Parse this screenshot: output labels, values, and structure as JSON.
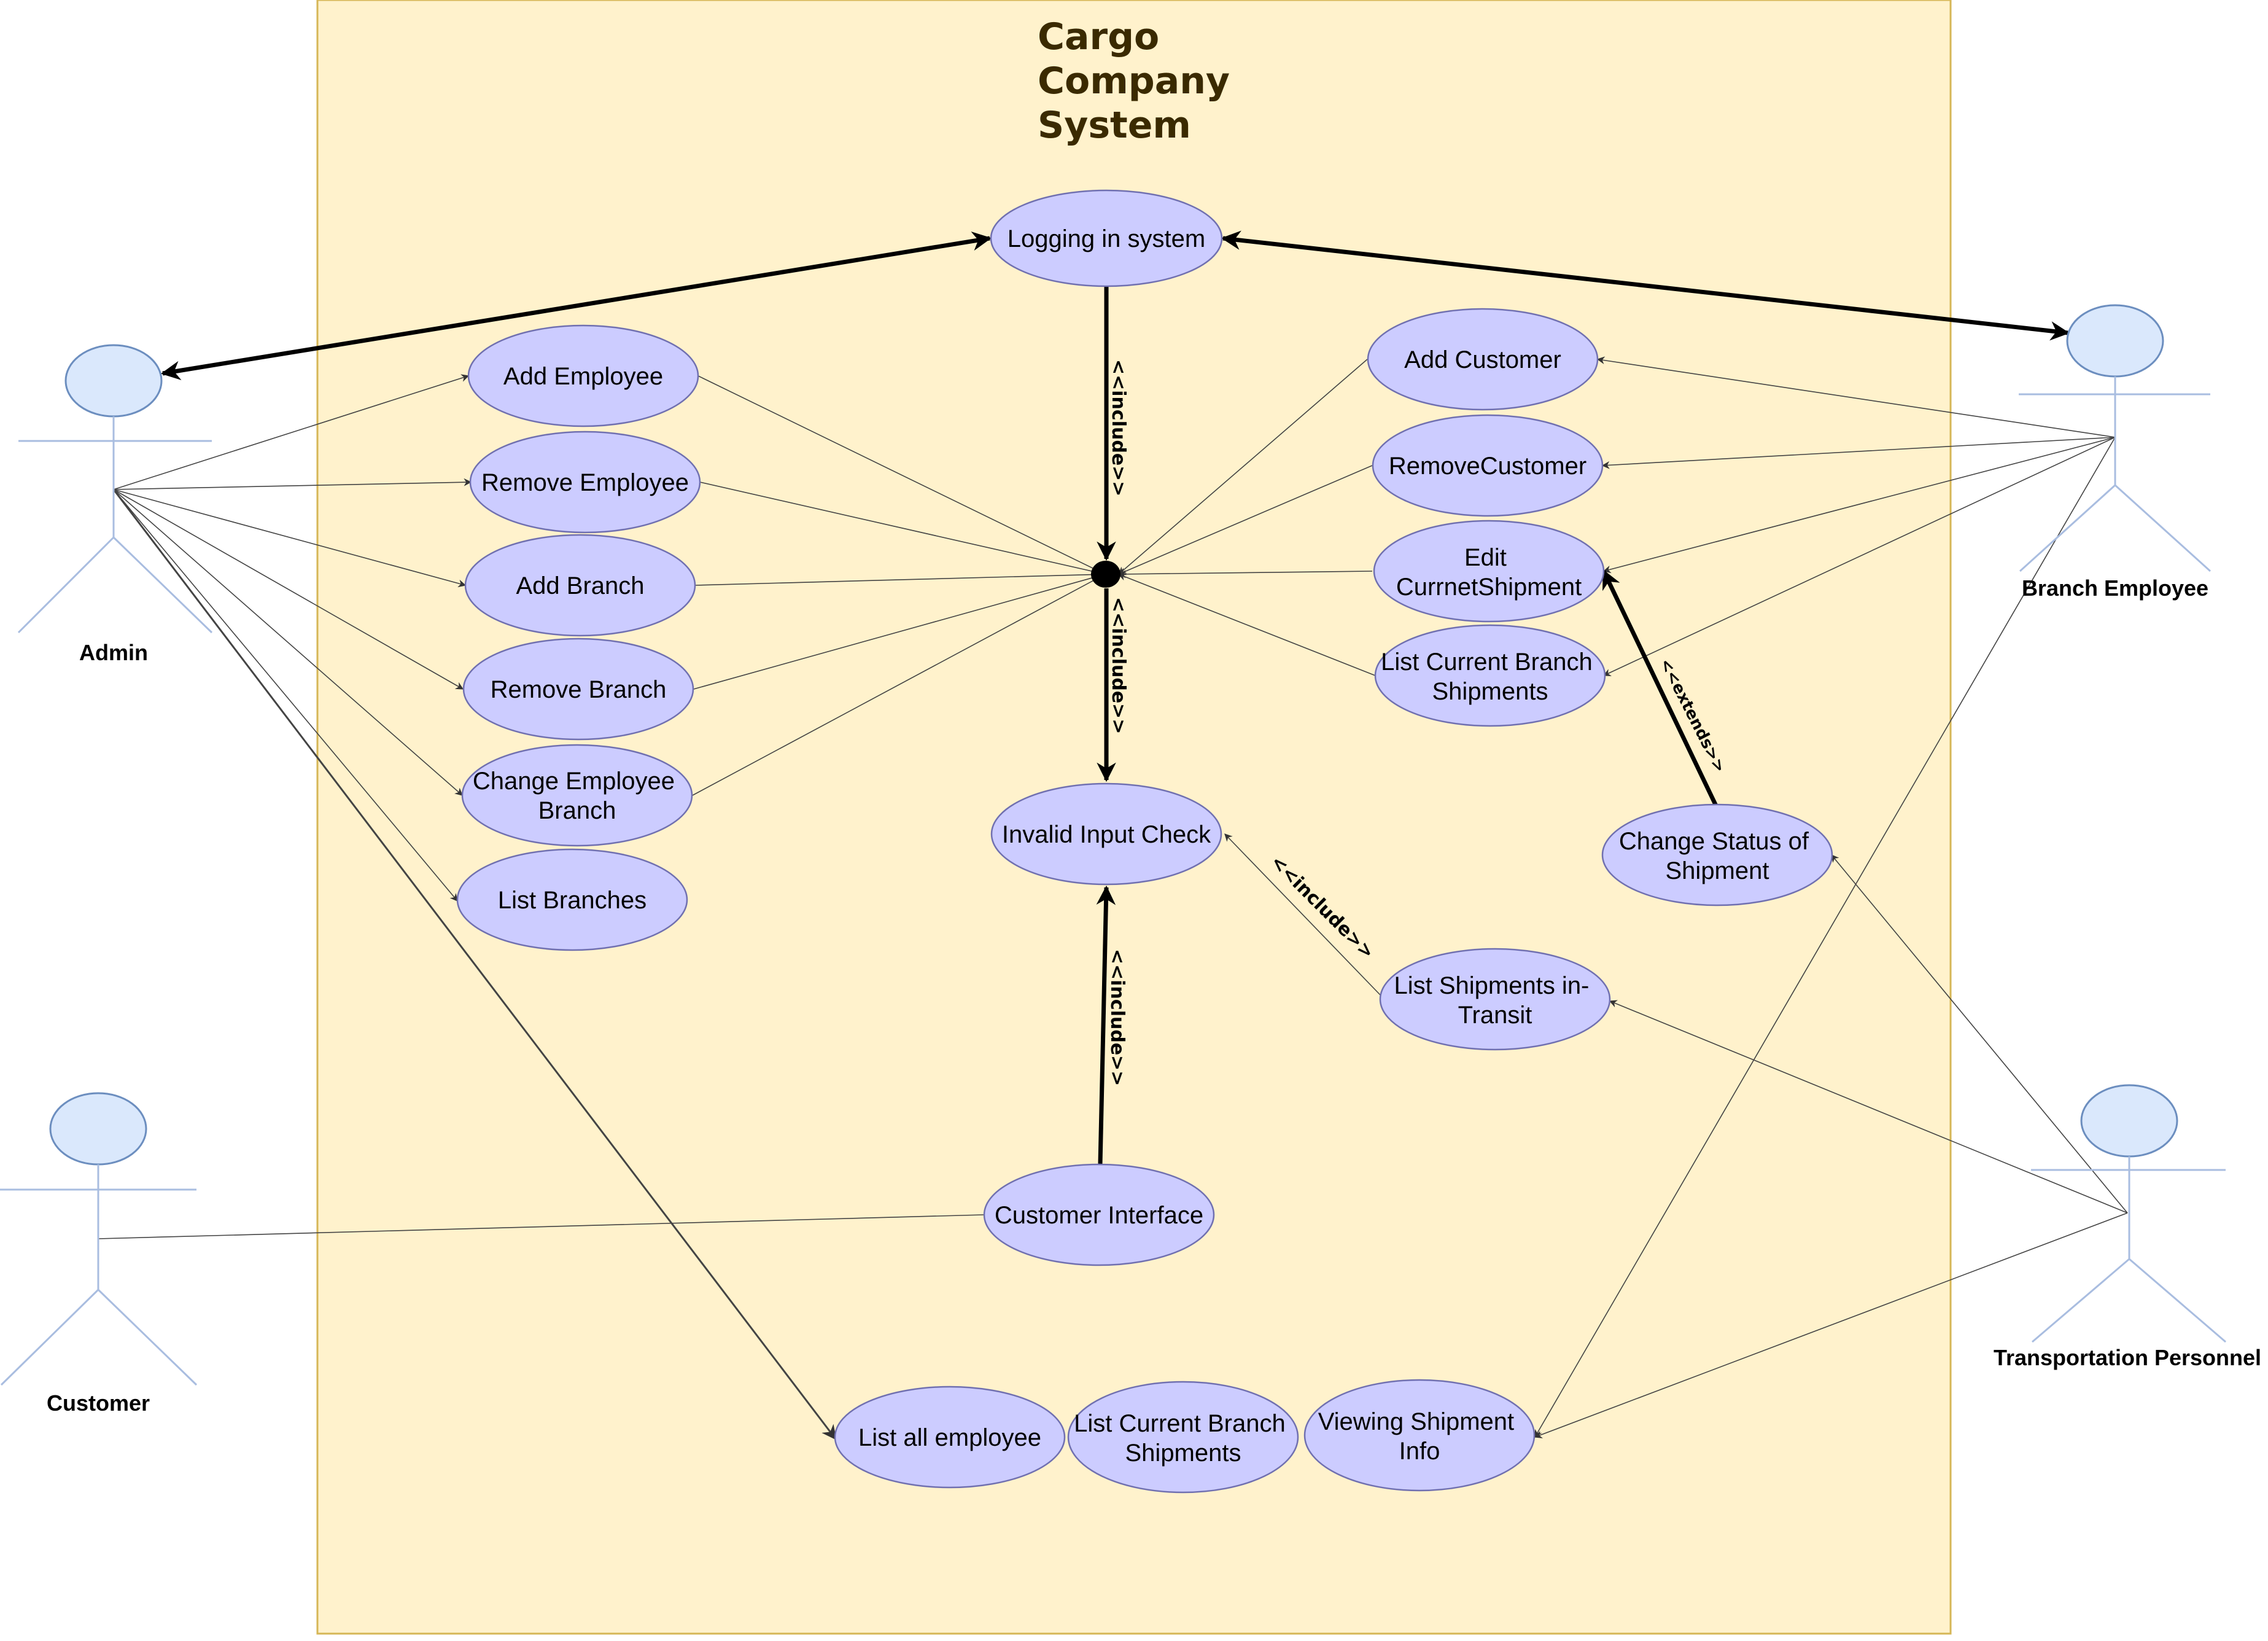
{
  "system": {
    "title_lines": [
      "Cargo",
      "Company",
      "System"
    ]
  },
  "actors": {
    "admin": "Admin",
    "branch_employee": "Branch Employee",
    "customer": "Customer",
    "transportation_personnel": "Transportation Personnel"
  },
  "use_cases": {
    "logging_in": [
      "Logging in system"
    ],
    "add_employee": [
      "Add Employee"
    ],
    "remove_employee": [
      "Remove Employee"
    ],
    "add_branch": [
      "Add Branch"
    ],
    "remove_branch": [
      "Remove Branch"
    ],
    "change_employee_branch": [
      "Change Employee",
      "Branch"
    ],
    "list_branches": [
      "List Branches"
    ],
    "add_customer": [
      "Add Customer"
    ],
    "remove_customer": [
      "RemoveCustomer"
    ],
    "edit_current_shipment": [
      "Edit",
      "CurrnetShipment"
    ],
    "list_current_branch_shipments_right": [
      "List Current Branch",
      "Shipments"
    ],
    "invalid_input_check": [
      "Invalid Input Check"
    ],
    "change_status": [
      "Change Status of",
      "Shipment"
    ],
    "list_in_transit": [
      "List Shipments in-",
      "Transit"
    ],
    "customer_interface": [
      "Customer Interface"
    ],
    "list_all_employee": [
      "List all employee"
    ],
    "list_current_branch_shipments_bottom": [
      "List Current Branch",
      "Shipments"
    ],
    "viewing_shipment_info": [
      "Viewing Shipment",
      "Info"
    ]
  },
  "stereotypes": {
    "include_login": "<<include>>",
    "include_invalid": "<<include>>",
    "include_customer": "<<include>>",
    "include_transit": "<<include>>",
    "extends_status": "<<extends>>"
  },
  "colors": {
    "system_fill": "#fff2cc",
    "use_case_fill": "#ccccff",
    "actor_fill": "#dae8fc"
  }
}
